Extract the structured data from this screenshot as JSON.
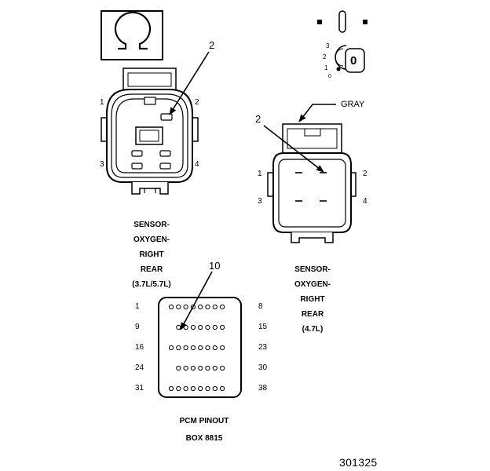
{
  "symbols": {
    "ohm_icon": "ohm-symbol-icon",
    "ignition_icon": "ignition-switch-icon",
    "ignition_positions": [
      "3",
      "2",
      "1",
      "0"
    ],
    "ignition_key_label": "0"
  },
  "connector_left": {
    "callout": "2",
    "pins": [
      "1",
      "2",
      "3",
      "4"
    ],
    "caption": [
      "SENSOR-",
      "OXYGEN-",
      "RIGHT",
      "REAR",
      "(3.7L/5.7L)"
    ]
  },
  "connector_right": {
    "callout": "2",
    "wire_label": "GRAY",
    "pins": [
      "1",
      "2",
      "3",
      "4"
    ],
    "caption": [
      "SENSOR-",
      "OXYGEN-",
      "RIGHT",
      "REAR",
      "(4.7L)"
    ]
  },
  "pcm": {
    "callout": "10",
    "left_pins": [
      "1",
      "9",
      "16",
      "24",
      "31"
    ],
    "right_pins": [
      "8",
      "15",
      "23",
      "30",
      "38"
    ],
    "caption": [
      "PCM PINOUT",
      "BOX 8815"
    ]
  },
  "figure_number": "301325"
}
